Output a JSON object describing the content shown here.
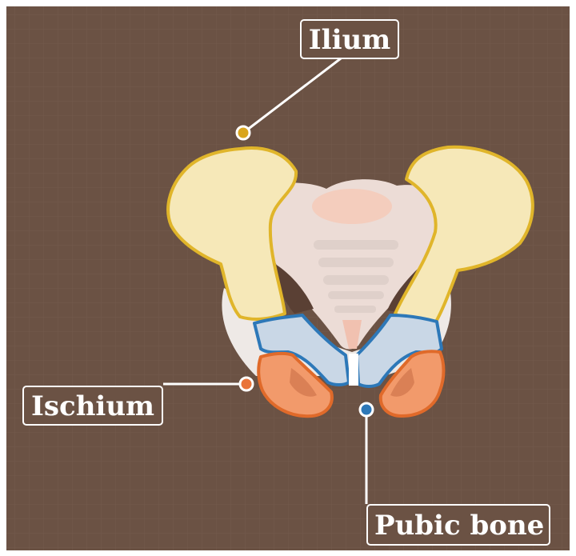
{
  "diagram": {
    "labels": {
      "ilium": "Ilium",
      "ischium": "Ischium",
      "pubic": "Pubic bone"
    },
    "colors": {
      "background": "#6b5244",
      "grid": "#7a6153",
      "ilium_fill": "#f6e8b8",
      "ilium_outline": "#e0b52a",
      "ischium_fill": "#f29a6b",
      "ischium_outline": "#e06a2a",
      "pubic_fill": "#c9d7e6",
      "pubic_outline": "#2d78b8",
      "sacrum_fill": "#ecdcd6",
      "leader_line": "#ffffff"
    }
  }
}
